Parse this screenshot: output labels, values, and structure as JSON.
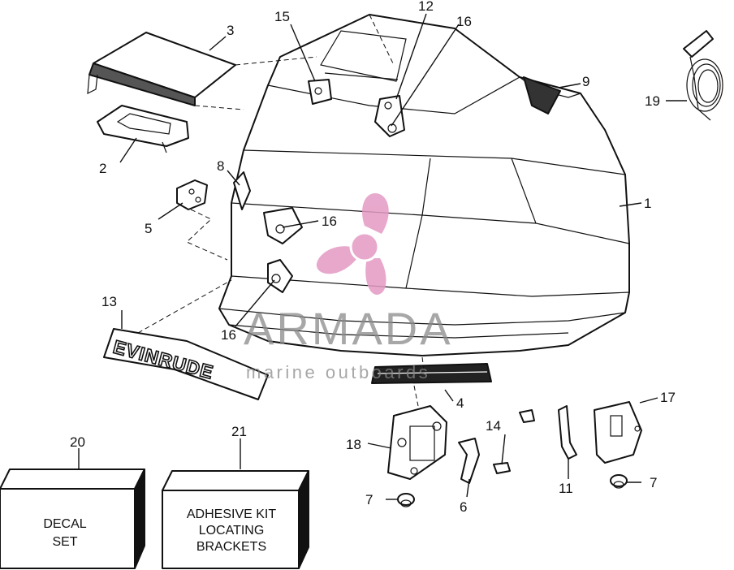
{
  "callouts": [
    "1",
    "2",
    "3",
    "4",
    "5",
    "6",
    "7",
    "7",
    "8",
    "9",
    "11",
    "12",
    "13",
    "14",
    "15",
    "16",
    "16",
    "16",
    "17",
    "18",
    "19",
    "20",
    "21"
  ],
  "boxes": {
    "decal_set": [
      "DECAL",
      "SET"
    ],
    "adhesive_kit": [
      "ADHESIVE KIT",
      "LOCATING",
      "BRACKETS"
    ]
  },
  "decal_lettering": "EVINRUDE",
  "watermark": {
    "title": "ARMADA",
    "subtitle": "marine outboards",
    "logo_color": "#e39ac4"
  }
}
